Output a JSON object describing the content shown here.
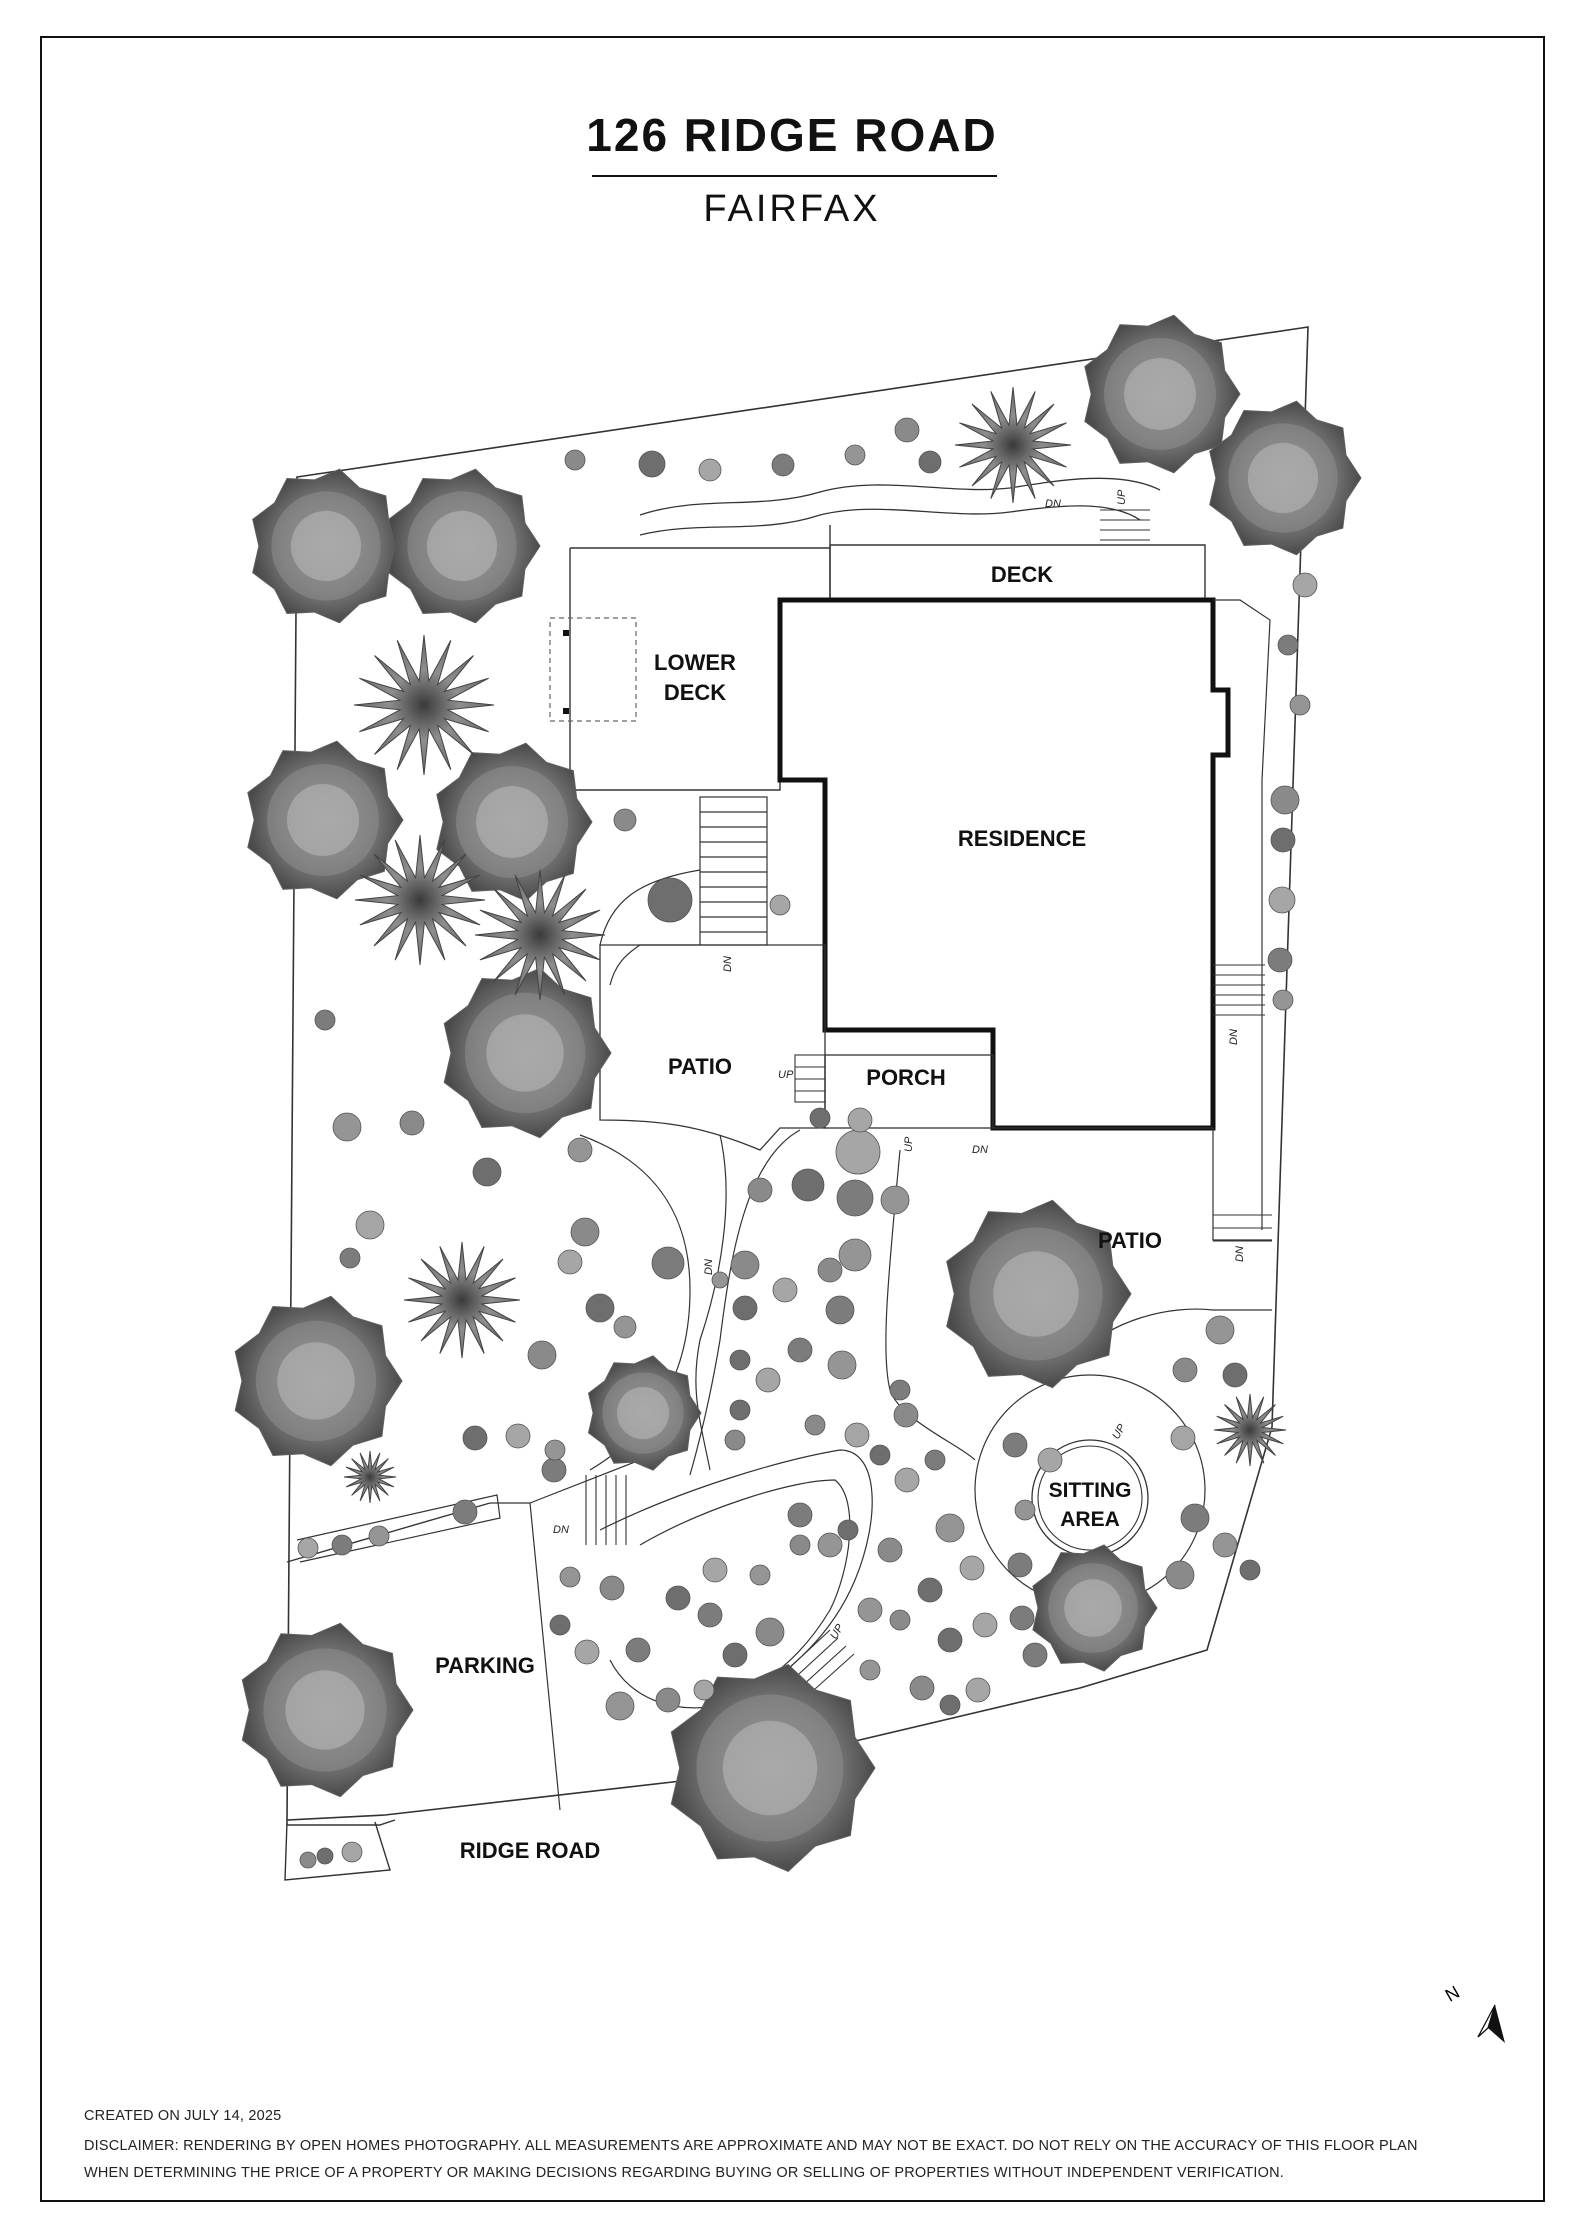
{
  "header": {
    "title": "126 RIDGE ROAD",
    "subtitle": "FAIRFAX"
  },
  "labels": {
    "deck": "DECK",
    "lower_deck_1": "LOWER",
    "lower_deck_2": "DECK",
    "residence": "RESIDENCE",
    "patio_left": "PATIO",
    "porch": "PORCH",
    "patio_right": "PATIO",
    "sitting_1": "SITTING",
    "sitting_2": "AREA",
    "parking": "PARKING",
    "ridge_road": "RIDGE ROAD"
  },
  "stair_marks": {
    "dn": "DN",
    "up": "UP"
  },
  "compass": {
    "north": "N",
    "icon": "north-arrow-icon"
  },
  "footer": {
    "created": "CREATED ON JULY 14, 2025",
    "disclaimer_1": "DISCLAIMER: RENDERING BY OPEN HOMES PHOTOGRAPHY. ALL MEASUREMENTS ARE APPROXIMATE AND MAY NOT BE EXACT. DO NOT RELY ON THE ACCURACY OF THIS FLOOR PLAN",
    "disclaimer_2": "WHEN DETERMINING THE PRICE OF A PROPERTY OR MAKING DECISIONS REGARDING BUYING OR SELLING OF PROPERTIES WITHOUT INDEPENDENT VERIFICATION."
  },
  "colors": {
    "tree_dark": "#5f5f5f",
    "tree_mid": "#8a8a8a",
    "tree_light": "#b8b8b8",
    "line": "#111111"
  }
}
